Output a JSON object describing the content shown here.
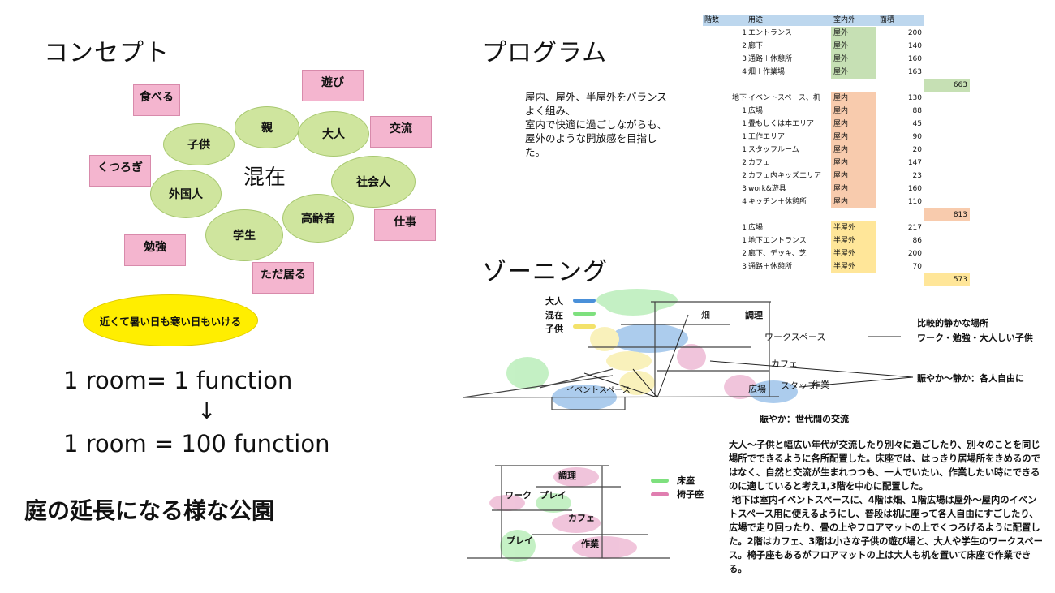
{
  "concept": {
    "title": "コンセプト",
    "center": "混在",
    "activities": [
      "食べる",
      "遊び",
      "交流",
      "くつろぎ",
      "仕事",
      "勉強",
      "ただ居る"
    ],
    "people": [
      "子供",
      "親",
      "大人",
      "外国人",
      "社会人",
      "高齢者",
      "学生"
    ],
    "note": "近くて暑い日も寒い日もいける",
    "formula_before": "1 room= 1 function",
    "arrow": "↓",
    "formula_after": "1 room = 100 function",
    "slogan": "庭の延長になる様な公園"
  },
  "program": {
    "title": "プログラム",
    "description": [
      "屋内、屋外、半屋外をバランス",
      "よく組み、",
      "室内で快適に過ごしながらも、",
      "屋外のような開放感を目指し",
      "た。"
    ],
    "headers": [
      "階数",
      "用途",
      "室内外",
      "面積"
    ],
    "colors": {
      "outdoor": "#c6e0b4",
      "indoor": "#f8cbad",
      "semi": "#ffe699",
      "header": "#bdd7ee"
    },
    "groups": [
      {
        "type": "outdoor",
        "rows": [
          [
            "1",
            "エントランス",
            "屋外",
            "200"
          ],
          [
            "2",
            "廊下",
            "屋外",
            "140"
          ],
          [
            "3",
            "通路＋休憩所",
            "屋外",
            "160"
          ],
          [
            "4",
            "畑＋作業場",
            "屋外",
            "163"
          ]
        ],
        "total": "663"
      },
      {
        "type": "indoor",
        "rows": [
          [
            "地下",
            "イベントスペース、机",
            "屋内",
            "130"
          ],
          [
            "1",
            "広場",
            "屋内",
            "88"
          ],
          [
            "1",
            "畳もしくは本エリア",
            "屋内",
            "45"
          ],
          [
            "1",
            "工作エリア",
            "屋内",
            "90"
          ],
          [
            "1",
            "スタッフルーム",
            "屋内",
            "20"
          ],
          [
            "2",
            "カフェ",
            "屋内",
            "147"
          ],
          [
            "2",
            "カフェ内キッズエリア",
            "屋内",
            "23"
          ],
          [
            "3",
            "work&遊具",
            "屋内",
            "160"
          ],
          [
            "4",
            "キッチン＋休憩所",
            "屋内",
            "110"
          ]
        ],
        "total": "813"
      },
      {
        "type": "semi",
        "rows": [
          [
            "1",
            "広場",
            "半屋外",
            "217"
          ],
          [
            "1",
            "地下エントランス",
            "半屋外",
            "86"
          ],
          [
            "2",
            "廊下、デッキ、芝",
            "半屋外",
            "200"
          ],
          [
            "3",
            "通路＋休憩所",
            "半屋外",
            "70"
          ]
        ],
        "total": "573"
      }
    ]
  },
  "zoning": {
    "title": "ゾーニング",
    "legend": [
      {
        "label": "大人",
        "color": "#4a90d9"
      },
      {
        "label": "混在",
        "color": "#7ee07e"
      },
      {
        "label": "子供",
        "color": "#f3e26a"
      }
    ],
    "rooms": {
      "field": "畑",
      "cooking": "調理",
      "work": "ワークスペース",
      "cafe": "カフェ",
      "plaza": "広場",
      "staff": "スタッフ",
      "craft": "作業",
      "event": "イベントスペース"
    },
    "annotations": {
      "quiet": "比較的静かな場所",
      "quiet_sub": "ワーク・勉強・大人しい子供",
      "mixed": "賑やか～静か：各人自由に",
      "lively": "賑やか：世代間の交流"
    },
    "section2": {
      "cooking": "調理",
      "work": "ワーク",
      "play1": "プレイ",
      "cafe": "カフェ",
      "play2": "プレイ",
      "craft": "作業"
    },
    "legend2": [
      {
        "label": "床座",
        "color": "#7ee07e"
      },
      {
        "label": "椅子座",
        "color": "#e07eb0"
      }
    ],
    "paragraph": "大人～子供と幅広い年代が交流したり別々に過ごしたり、別々のことを同じ場所でできるように各所配置した。床座では、はっきり居場所をきめるのではなく、自然と交流が生まれつつも、一人でいたい、作業したい時にできるのに適していると考え1,3階を中心に配置した。\n 地下は室内イベントスペースに、4階は畑、1階広場は屋外～屋内のイベントスペース用に使えるようにし、普段は机に座って各人自由にすごしたり、広場で走り回ったり、畳の上やフロアマットの上でくつろげるように配置した。2階はカフェ、3階は小さな子供の遊び場と、大人や学生のワークスペース。椅子座もあるがフロアマットの上は大人も机を置いて床座で作業できる。"
  }
}
